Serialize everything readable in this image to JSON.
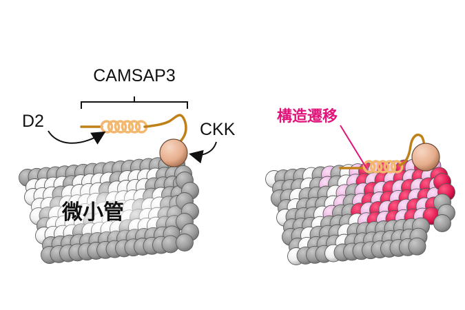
{
  "labels": {
    "camsap3": "CAMSAP3",
    "d2": "D2",
    "ckk": "CKK",
    "microtubule": "微小管",
    "structural_change": "構造遷移"
  },
  "colors": {
    "tubulin_light": "#f2f2f2",
    "tubulin_dark": "#9c9c9c",
    "tubulin_pink": "#f0b8e6",
    "tubulin_red": "#e0164f",
    "helix": "#f2b870",
    "linker": "#c08018",
    "ckk_domain": "#e8b496",
    "accent_magenta": "#e0147a"
  },
  "icons": {
    "left_panel": "microtubule-with-camsap3",
    "right_panel": "microtubule-structural-transition"
  }
}
